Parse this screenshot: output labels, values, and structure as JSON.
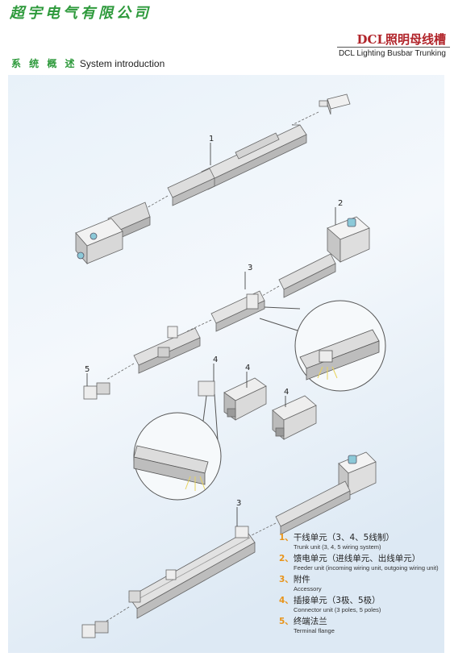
{
  "company_name": "超宇电气有限公司",
  "product_title_cn": "DCL照明母线槽",
  "product_title_en": "DCL Lighting Busbar Trunking",
  "section": {
    "title_cn": "系 统 概 述",
    "title_en": "System introduction"
  },
  "callouts": [
    "1",
    "2",
    "3",
    "4",
    "4",
    "4",
    "5",
    "3"
  ],
  "legend": [
    {
      "num": "1、",
      "cn": "干线单元（3、4、5线制）",
      "en": "Trunk unit (3, 4, 5 wiring system)"
    },
    {
      "num": "2、",
      "cn": "馈电单元（进线单元、出线单元）",
      "en": "Feeder unit (incoming wiring unit, outgoing wiring unit)"
    },
    {
      "num": "3、",
      "cn": "附件",
      "en": "Accessory"
    },
    {
      "num": "4、",
      "cn": "插接单元（3极、5极）",
      "en": "Connector unit (3 poles, 5 poles)"
    },
    {
      "num": "5、",
      "cn": "终端法兰",
      "en": "Terminal flange"
    }
  ],
  "colors": {
    "brand_green": "#2e9a3c",
    "title_red": "#b1242a",
    "legend_number": "#e8941a"
  }
}
